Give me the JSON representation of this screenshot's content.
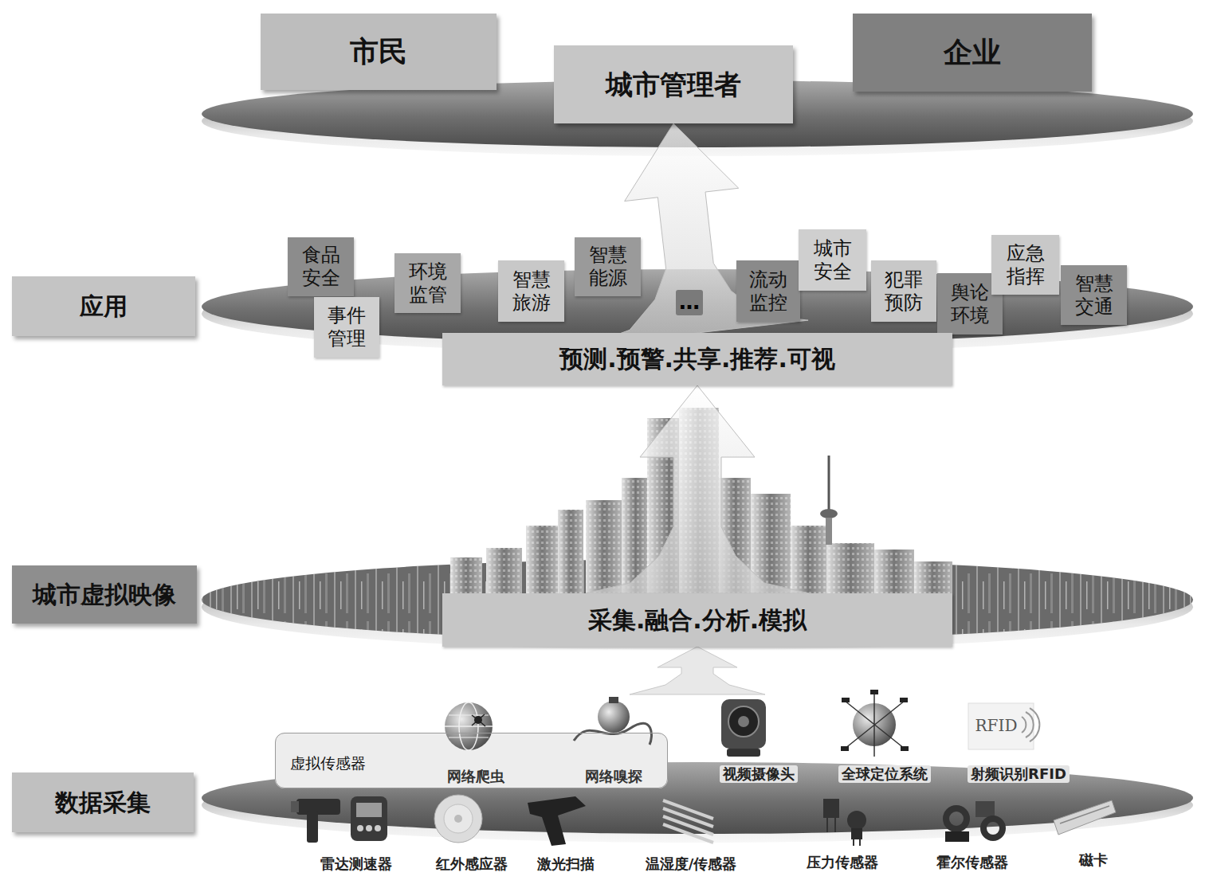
{
  "diagram": {
    "nodes": [
      {
        "text": [
          "市民"
        ]
      },
      {
        "text": [
          "城市管理者"
        ]
      },
      {
        "text": [
          "企业"
        ]
      },
      {
        "text": [
          "应用"
        ]
      },
      {
        "text": [
          "食品 安全"
        ]
      },
      {
        "text": [
          "事件 管理"
        ]
      },
      {
        "text": [
          "环境 监管"
        ]
      },
      {
        "text": [
          "智慧 旅游"
        ]
      },
      {
        "text": [
          "智慧 能源"
        ]
      },
      {
        "text": [
          "流动 监控"
        ]
      },
      {
        "text": [
          "城市 安全"
        ]
      },
      {
        "text": [
          "犯罪 预防"
        ]
      },
      {
        "text": [
          "舆论 环境"
        ]
      },
      {
        "text": [
          "应急 指挥"
        ]
      },
      {
        "text": [
          "智慧 交通"
        ]
      },
      {
        "text": [
          "预测.预警.共享.推荐.可视"
        ]
      },
      {
        "text": [
          "城市虚拟映像"
        ]
      },
      {
        "text": [
          "采集.融合.分析.模拟"
        ]
      },
      {
        "text": [
          "数据采集"
        ]
      },
      {
        "text": [
          "虚拟传感器"
        ]
      }
    ],
    "edges": [
      {
        "from": 17,
        "to": 15,
        "arrow": "to"
      },
      {
        "from": 15,
        "to": 1,
        "arrow": "to"
      }
    ],
    "labels": [
      "…",
      "RFID",
      "网络爬虫",
      "网络嗅探",
      "视频摄像头",
      "全球定位系统",
      "射频识别RFID",
      "雷达测速器",
      "红外感应器",
      "激光扫描",
      "温湿度/传感器",
      "压力传感器",
      "霍尔传感器",
      "磁卡"
    ]
  }
}
